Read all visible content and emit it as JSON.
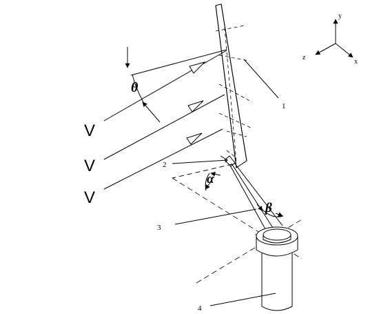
{
  "labels": {
    "plate": "1",
    "nozzle": "2",
    "jet": "3",
    "holder": "4",
    "velocity_1": "V",
    "velocity_2": "V",
    "velocity_3": "V",
    "theta": "θ",
    "alpha": "α",
    "beta": "β"
  },
  "axes": {
    "y": "y",
    "z": "z",
    "x": "x"
  }
}
